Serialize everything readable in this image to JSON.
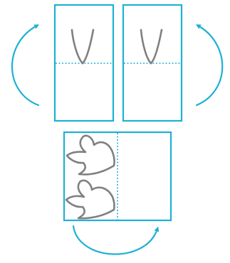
{
  "colors": {
    "accent": "#1eb1d4",
    "outline": "#808080",
    "background": "#ffffff"
  },
  "panels": [
    {
      "name": "left-folded-panel",
      "contains": "v-curve-shape",
      "fold_line": "horizontal"
    },
    {
      "name": "right-folded-panel",
      "contains": "v-curve-shape",
      "fold_line": "horizontal"
    },
    {
      "name": "bottom-unfolded-panel",
      "contains": "two-petal-shapes",
      "fold_line": "vertical"
    }
  ],
  "arrows": [
    {
      "name": "left-curved-arrow",
      "direction": "up"
    },
    {
      "name": "right-curved-arrow",
      "direction": "up"
    },
    {
      "name": "bottom-curved-arrow",
      "direction": "right"
    }
  ]
}
